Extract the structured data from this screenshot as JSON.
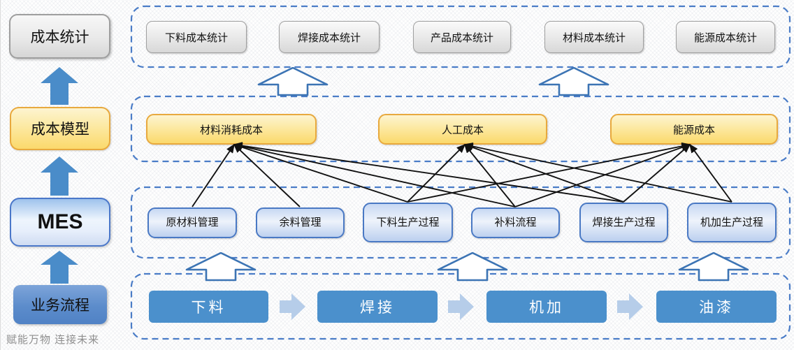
{
  "watermark": "赋能万物  连接未来",
  "left_column": {
    "cost_stats": {
      "label": "成本统计"
    },
    "cost_model": {
      "label": "成本模型"
    },
    "mes": {
      "label": "MES"
    },
    "business_process": {
      "label": "业务流程"
    }
  },
  "rows": {
    "statistics": {
      "items": [
        {
          "label": "下料成本统计"
        },
        {
          "label": "焊接成本统计"
        },
        {
          "label": "产品成本统计"
        },
        {
          "label": "材料成本统计"
        },
        {
          "label": "能源成本统计"
        }
      ]
    },
    "cost_model": {
      "items": [
        {
          "id": "material_cost",
          "label": "材料消耗成本"
        },
        {
          "id": "labor_cost",
          "label": "人工成本"
        },
        {
          "id": "energy_cost",
          "label": "能源成本"
        }
      ]
    },
    "mes_modules": {
      "items": [
        {
          "id": "raw_material",
          "label": "原材料管理"
        },
        {
          "id": "surplus",
          "label": "余料管理"
        },
        {
          "id": "cutting_process",
          "label": "下料生产过程"
        },
        {
          "id": "replenish",
          "label": "补料流程"
        },
        {
          "id": "welding_process",
          "label": "焊接生产过程"
        },
        {
          "id": "machining_process",
          "label": "机加生产过程"
        }
      ]
    },
    "process_flow": {
      "items": [
        {
          "label": "下料"
        },
        {
          "label": "焊接"
        },
        {
          "label": "机加"
        },
        {
          "label": "油漆"
        }
      ]
    }
  },
  "connections": {
    "edges": [
      [
        "raw_material",
        "material_cost"
      ],
      [
        "surplus",
        "material_cost"
      ],
      [
        "cutting_process",
        "material_cost"
      ],
      [
        "replenish",
        "material_cost"
      ],
      [
        "welding_process",
        "material_cost"
      ],
      [
        "cutting_process",
        "labor_cost"
      ],
      [
        "replenish",
        "labor_cost"
      ],
      [
        "welding_process",
        "labor_cost"
      ],
      [
        "machining_process",
        "labor_cost"
      ],
      [
        "cutting_process",
        "energy_cost"
      ],
      [
        "replenish",
        "energy_cost"
      ],
      [
        "welding_process",
        "energy_cost"
      ],
      [
        "machining_process",
        "energy_cost"
      ]
    ]
  },
  "colors": {
    "dashed_frame": "#4a7cc7",
    "solid_arrow_blue": "#4a8cc9",
    "hollow_arrow_stroke": "#3c74b4",
    "process_box_blue": "#4b90cc",
    "chevron_blue": "#b6cde9",
    "yellow_border": "#e8a93e",
    "connector_black": "#111111"
  }
}
